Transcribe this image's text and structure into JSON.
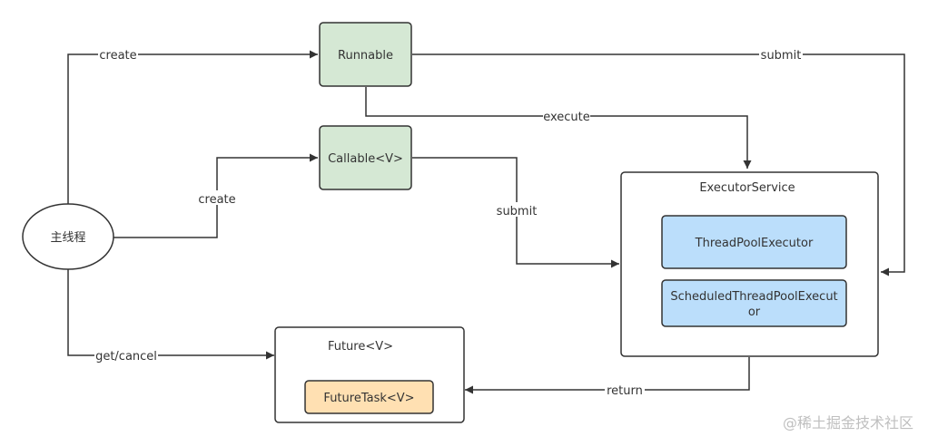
{
  "nodes": {
    "main_thread": "主线程",
    "runnable": "Runnable",
    "callable": "Callable<V>",
    "executor_service": "ExecutorService",
    "thread_pool_executor": "ThreadPoolExecutor",
    "scheduled_line1": "ScheduledThreadPoolExecut",
    "scheduled_line2": "or",
    "future": "Future<V>",
    "future_task": "FutureTask<V>"
  },
  "edges": {
    "create_runnable": "create",
    "create_callable": "create",
    "get_cancel": "get/cancel",
    "submit_runnable": "submit",
    "execute": "execute",
    "submit_callable": "submit",
    "return": "return"
  },
  "watermark": "@稀土掘金技术社区",
  "colors": {
    "green_fill": "#d5e8d4",
    "blue_fill": "#bbdefb",
    "orange_fill": "#ffe0b2",
    "stroke": "#333333"
  }
}
